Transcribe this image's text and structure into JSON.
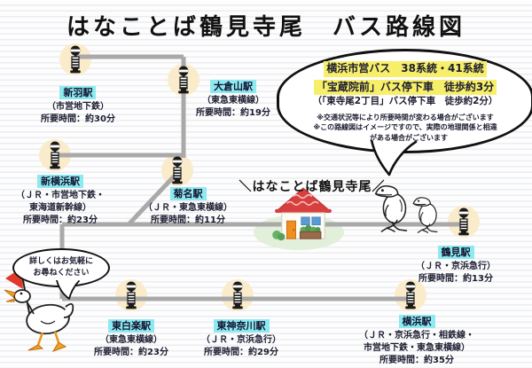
{
  "title": "はなことば鶴見寺尾　バス路線図",
  "bus_info_bubble": {
    "line1": "横浜市営バス　38系統・41系統",
    "line2": "「宝蔵院前」バス停下車　徒歩約3分",
    "line3": "（「東寺尾2丁目」バス停下車　徒歩約2分）",
    "note1": "※交通状況等により所要時間が変わる場合がございます",
    "note2": "※この路線図はイメージですので、実際の地理関係と相違",
    "note3": "　がある場合がございます"
  },
  "facility": {
    "label": "＼はなことば鶴見寺尾／"
  },
  "duck_bubble": {
    "line1": "詳しくはお気軽に",
    "line2": "お尋ねください"
  },
  "stations": [
    {
      "name": "新羽駅",
      "lines": "（市営地下鉄）",
      "time": "所要時間：約30分"
    },
    {
      "name": "大倉山駅",
      "lines": "（東急東横線）",
      "time": "所要時間：約19分"
    },
    {
      "name": "新横浜駅",
      "lines": "（ＪＲ・市営地下鉄・",
      "lines2": "東海道新幹線）",
      "time": "所要時間：約23分"
    },
    {
      "name": "菊名駅",
      "lines": "（ＪＲ・東急東横線）",
      "time": "所要時間：約11分"
    },
    {
      "name": "鶴見駅",
      "lines": "（ＪＲ・京浜急行）",
      "time": "所要時間：約13分"
    },
    {
      "name": "東白楽駅",
      "lines": "（東急東横線）",
      "time": "所要時間：約23分"
    },
    {
      "name": "東神奈川駅",
      "lines": "（ＪＲ・京浜急行）",
      "time": "所要時間：約29分"
    },
    {
      "name": "横浜駅",
      "lines": "（ＪＲ・京浜急行・相鉄線・",
      "lines2": "市営地下鉄・東急東横線）",
      "time": "所要時間：約35分"
    }
  ],
  "colors": {
    "station_highlight": "#8deaf0",
    "bus_info_highlight": "#f7ef6a",
    "road_gray": "#a9a9a9",
    "stop_glow": "#faeccb",
    "house_roof_red": "#d84040",
    "house_door_orange": "#ef8f1f",
    "house_window_blue": "#5b9bd5",
    "ground_green": "#e2efda",
    "flag_red": "#e0392b",
    "text_dark": "#1c1c30"
  }
}
